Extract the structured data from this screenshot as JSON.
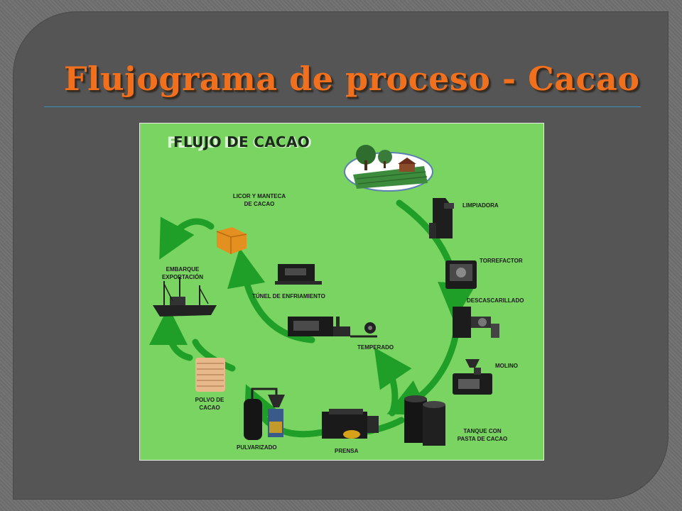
{
  "slide": {
    "title": "Flujograma de proceso - Cacao"
  },
  "diagram": {
    "heading": "FLUJO DE CACAO",
    "steps": {
      "limpiadora": "LIMPIADORA",
      "torrefactor": "TORREFACTOR",
      "descascarillado": "DESCASCARILLADO",
      "molino": "MOLINO",
      "tanque_line1": "TANQUE CON",
      "tanque_line2": "PASTA DE CACAO",
      "prensa": "PRENSA",
      "pulvarizado": "PULVARIZADO",
      "polvo_line1": "POLVO DE",
      "polvo_line2": "CACAO",
      "embarque_line1": "EMBARQUE",
      "embarque_line2": "EXPORTACIÓN",
      "licor_line1": "LICOR Y MANTECA",
      "licor_line2": "DE CACAO",
      "tunel": "TÚNEL DE ENFRIAMIENTO",
      "temperado": "TEMPERADO"
    }
  },
  "colors": {
    "title": "#f0701e",
    "diagram_background": "#7ad461",
    "arrow": "#1f9f27"
  }
}
